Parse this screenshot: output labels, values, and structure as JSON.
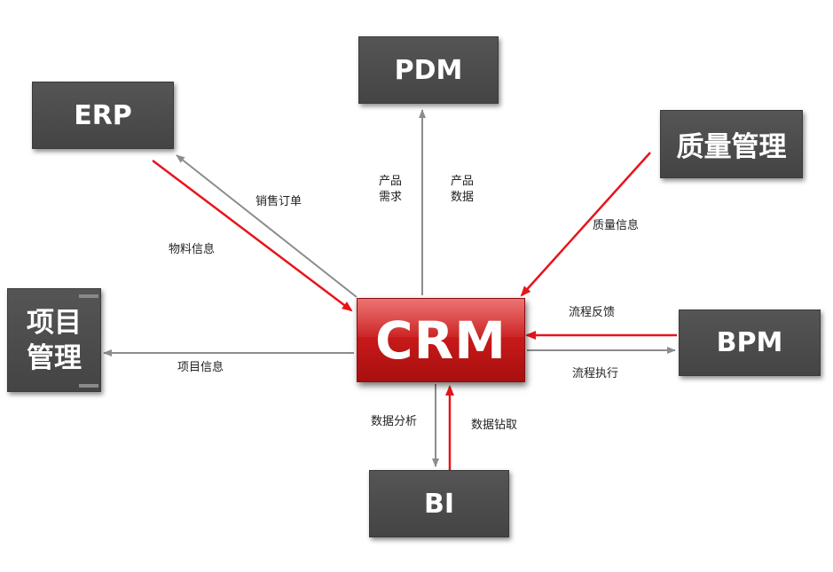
{
  "nodes": {
    "crm": "CRM",
    "pdm": "PDM",
    "erp": "ERP",
    "quality": "质量管理",
    "project": [
      "项目",
      "管理"
    ],
    "bpm": "BPM",
    "bi": "BI"
  },
  "labels": {
    "sales_order": "销售订单",
    "material_info": "物料信息",
    "product_demand": [
      "产品",
      "需求"
    ],
    "product_data": [
      "产品",
      "数据"
    ],
    "quality_info": "质量信息",
    "flow_feedback": "流程反馈",
    "flow_exec": "流程执行",
    "project_info": "项目信息",
    "data_analysis": "数据分析",
    "data_extract": "数据钻取"
  },
  "colors": {
    "node_dark": "#4a4a4a",
    "crm_red": "#c91a1a",
    "arrow_red": "#e8141b",
    "arrow_gray": "#8c8c8c"
  }
}
